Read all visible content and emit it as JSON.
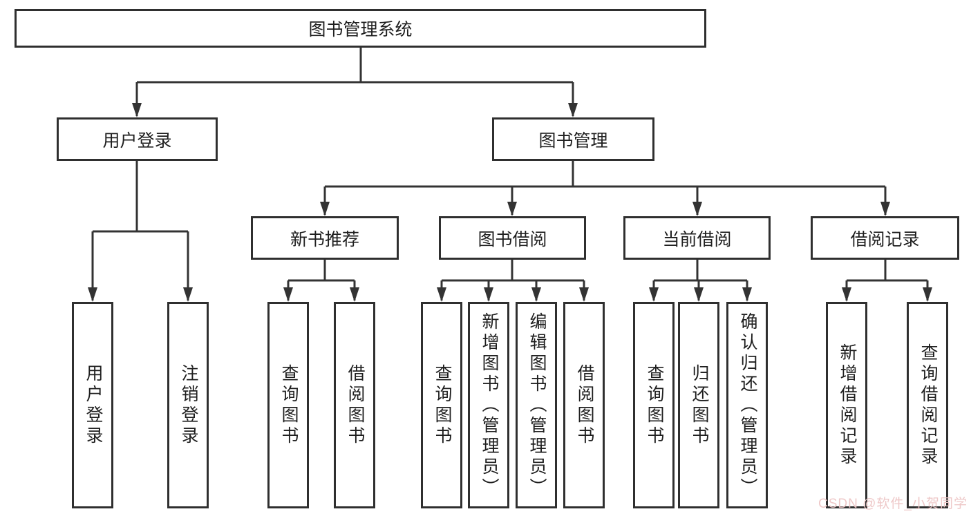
{
  "tree": {
    "root": {
      "label": "图书管理系统",
      "children": [
        {
          "label": "用户登录",
          "children": [
            {
              "label": "用户登录"
            },
            {
              "label": "注销登录"
            }
          ]
        },
        {
          "label": "图书管理",
          "children": [
            {
              "label": "新书推荐",
              "children": [
                {
                  "label": "查询图书"
                },
                {
                  "label": "借阅图书"
                }
              ]
            },
            {
              "label": "图书借阅",
              "children": [
                {
                  "label": "查询图书"
                },
                {
                  "label": "新增图书（管理员）"
                },
                {
                  "label": "编辑图书（管理员）"
                },
                {
                  "label": "借阅图书"
                }
              ]
            },
            {
              "label": "当前借阅",
              "children": [
                {
                  "label": "查询图书"
                },
                {
                  "label": "归还图书"
                },
                {
                  "label": "确认归还（管理员）"
                }
              ]
            },
            {
              "label": "借阅记录",
              "children": [
                {
                  "label": "新增借阅记录"
                },
                {
                  "label": "查询借阅记录"
                }
              ]
            }
          ]
        }
      ]
    }
  },
  "watermark": {
    "text": "CSDN @软件_小贺同学",
    "color": "#eec6c6"
  },
  "colors": {
    "line": "#333333",
    "box_border": "#2f2f2f",
    "text": "#1f1f1f",
    "background": "#ffffff"
  }
}
